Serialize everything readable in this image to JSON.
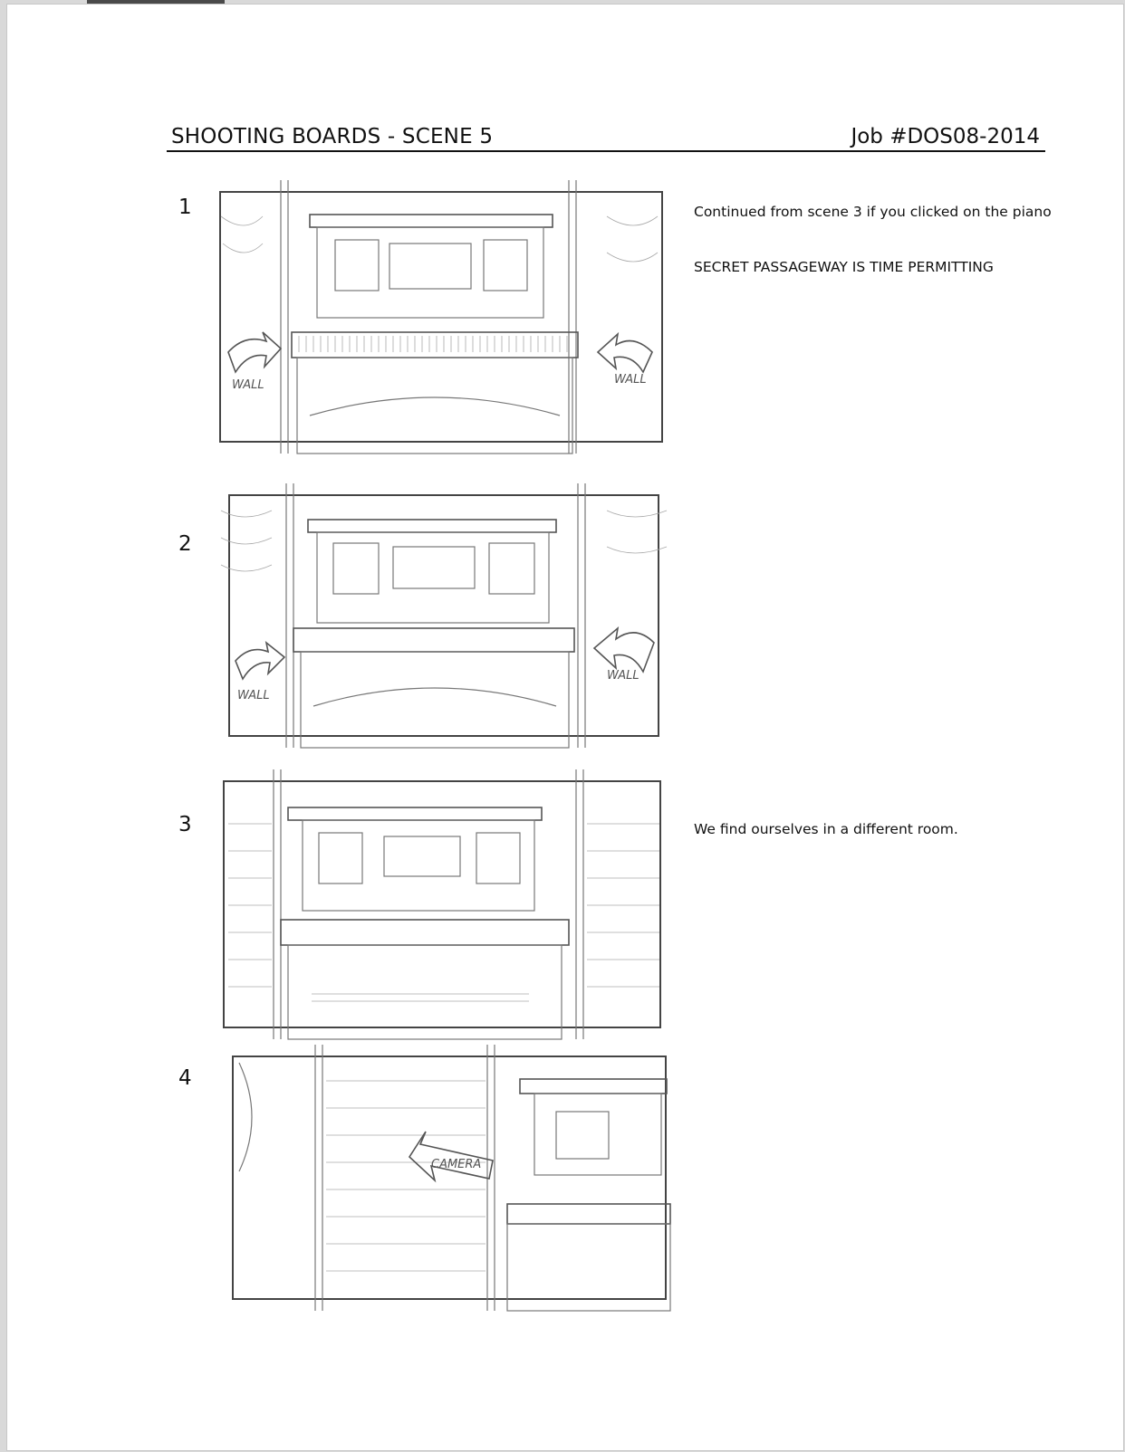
{
  "header": {
    "title": "SHOOTING BOARDS - SCENE 5",
    "job": "Job #DOS08-2014"
  },
  "panels": [
    {
      "number": "1",
      "notes": [
        "Continued from scene 3 if you clicked on the piano",
        "SECRET PASSAGEWAY IS TIME PERMITTING"
      ],
      "sketch_labels": [
        "WALL",
        "WALL"
      ]
    },
    {
      "number": "2",
      "notes": [],
      "sketch_labels": [
        "WALL",
        "WALL"
      ]
    },
    {
      "number": "3",
      "notes": [
        "We find ourselves in a different room."
      ],
      "sketch_labels": []
    },
    {
      "number": "4",
      "notes": [],
      "sketch_labels": [
        "CAMERA"
      ]
    }
  ]
}
